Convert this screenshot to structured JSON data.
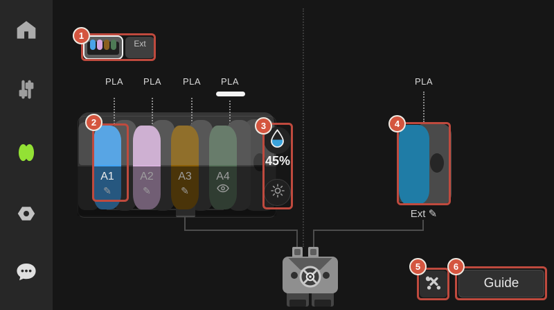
{
  "sidebar": {
    "items": [
      {
        "name": "home",
        "active": false
      },
      {
        "name": "adjustments",
        "active": false
      },
      {
        "name": "filament",
        "active": true
      },
      {
        "name": "machine-settings",
        "active": false
      },
      {
        "name": "messages",
        "active": false
      }
    ],
    "active_color": "#93e135"
  },
  "unit_tabs": {
    "ams": {
      "selected": true,
      "slot_colors": [
        "#4aa3e8",
        "#d9a6e0",
        "#8a5f20",
        "#4e7a55"
      ]
    },
    "ext": {
      "label": "Ext",
      "selected": false
    }
  },
  "ams": {
    "slots": [
      {
        "id": "A1",
        "material": "PLA",
        "color": "#42a4f5",
        "action": "edit",
        "selected": false
      },
      {
        "id": "A2",
        "material": "PLA",
        "color": "#d9b3de",
        "action": "edit",
        "selected": false
      },
      {
        "id": "A3",
        "material": "PLA",
        "color": "#8a5f08",
        "action": "edit",
        "selected": false
      },
      {
        "id": "A4",
        "material": "PLA",
        "color": "#56705a",
        "action": "view",
        "selected": true
      }
    ],
    "humidity": {
      "value": "45%",
      "droplet_fill": "#3ba3dc"
    }
  },
  "external_spool": {
    "id": "Ext",
    "material": "PLA",
    "color": "#1f7ca6",
    "action": "edit"
  },
  "toolbar": {
    "guide_label": "Guide"
  },
  "annotations": {
    "badges": [
      "1",
      "2",
      "3",
      "4",
      "5",
      "6"
    ],
    "badge_color": "#d4553f",
    "outline_color": "#bf4a3e"
  },
  "icons": {
    "edit_glyph": "✎"
  }
}
